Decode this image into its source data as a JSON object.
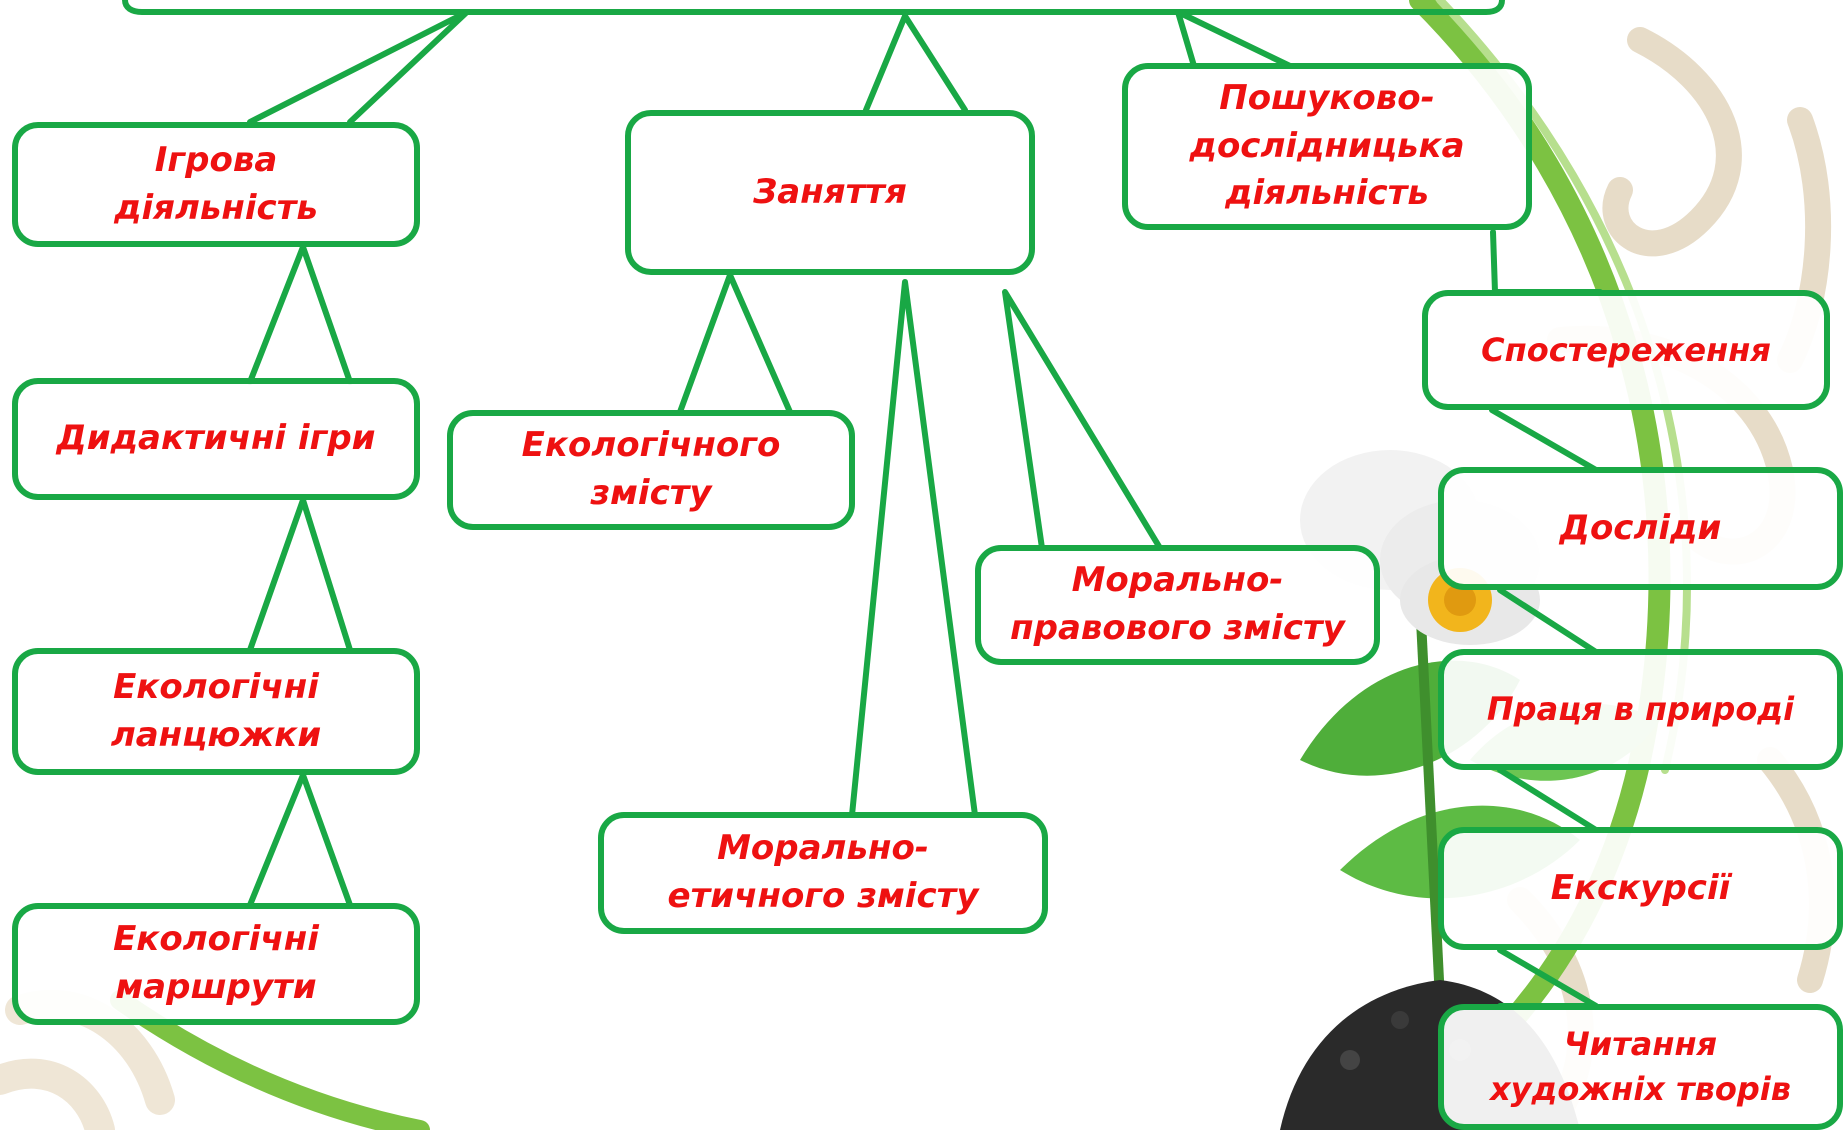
{
  "nodes": {
    "game_activity": "Ігрова\nдіяльність",
    "didactic_games": "Дидактичні ігри",
    "ecological_chains": "Екологічні\nланцюжки",
    "ecological_routes": "Екологічні\nмаршрути",
    "lessons": "Заняття",
    "ecological_content": "Екологічного\nзмісту",
    "moral_ethical_content": "Морально-\nетичного змісту",
    "moral_legal_content": "Морально-\nправового змісту",
    "research_activity": "Пошуково-\nдослідницька\nдіяльність",
    "observation": "Спостереження",
    "experiments": "Досліди",
    "nature_work": "Праця в природі",
    "excursions": "Екскурсії",
    "reading_fiction": "Читання\nхудожніх творів"
  },
  "colors": {
    "border": "#19a845",
    "text": "#ee1111",
    "decor": "#e7dcc8",
    "ring": "#7cc242",
    "leaf": "#4fae3a",
    "soil": "#2a2a2a"
  }
}
